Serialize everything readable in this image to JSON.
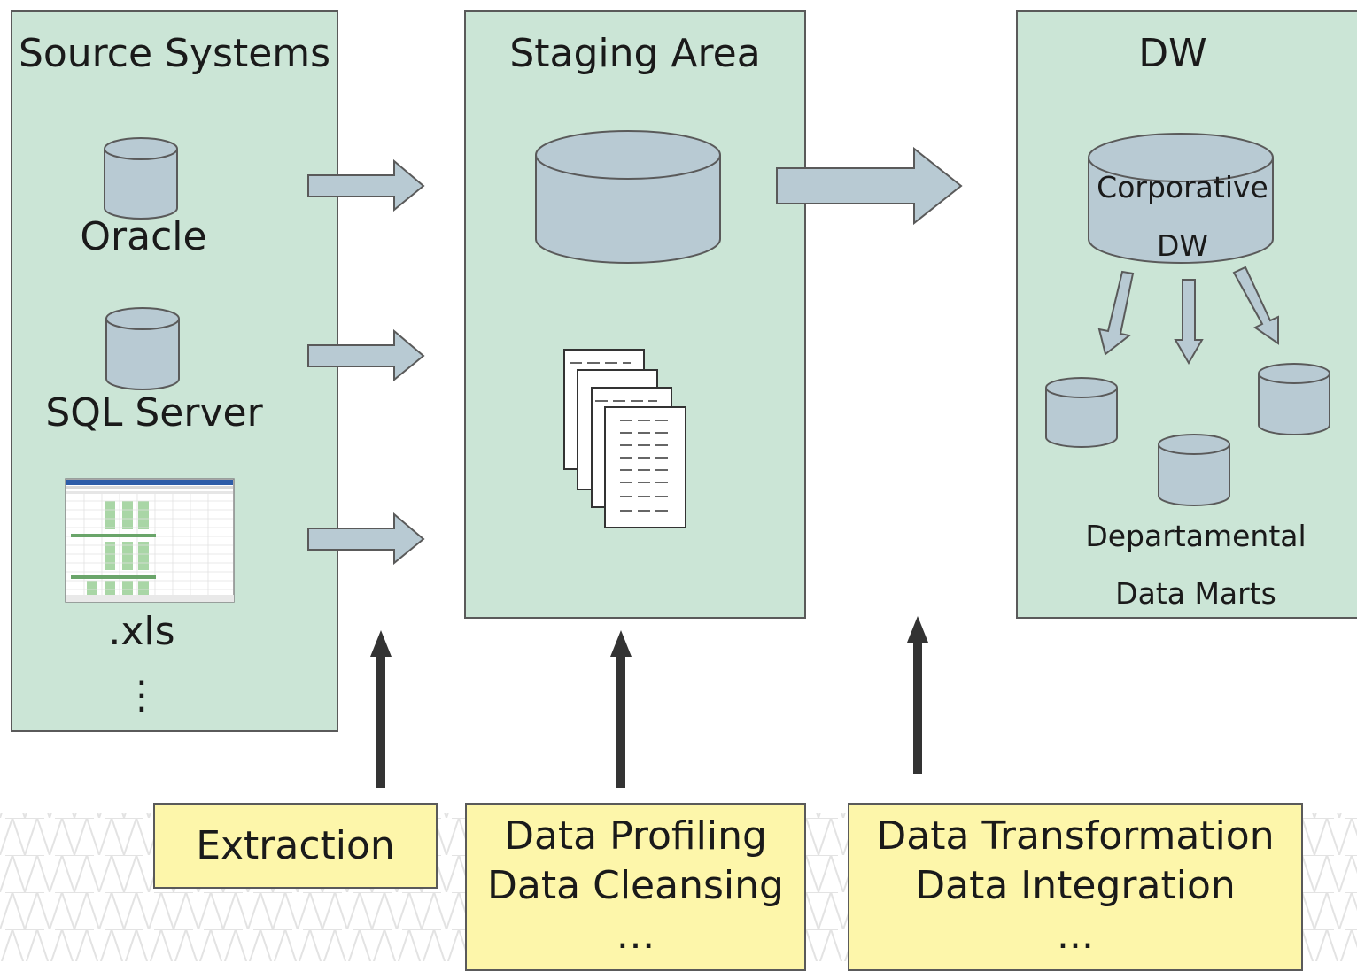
{
  "source_systems": {
    "title": "Source Systems",
    "items": [
      "Oracle",
      "SQL Server",
      ".xls"
    ],
    "more": "⋮"
  },
  "staging": {
    "title": "Staging Area"
  },
  "dw": {
    "title": "DW",
    "corporate_label_1": "Corporative",
    "corporate_label_2": "DW",
    "marts_label_1": "Departamental",
    "marts_label_2": "Data Marts"
  },
  "processes": [
    {
      "lines": [
        "Extraction"
      ]
    },
    {
      "lines": [
        "Data Profiling",
        "Data Cleansing",
        "…"
      ]
    },
    {
      "lines": [
        "Data Transformation",
        "Data Integration",
        "..."
      ]
    }
  ],
  "colors": {
    "panel_fill": "#cbe5d6",
    "note_fill": "#fdf6aa",
    "shape_fill": "#b8cad3",
    "border": "#5a5a5a"
  }
}
